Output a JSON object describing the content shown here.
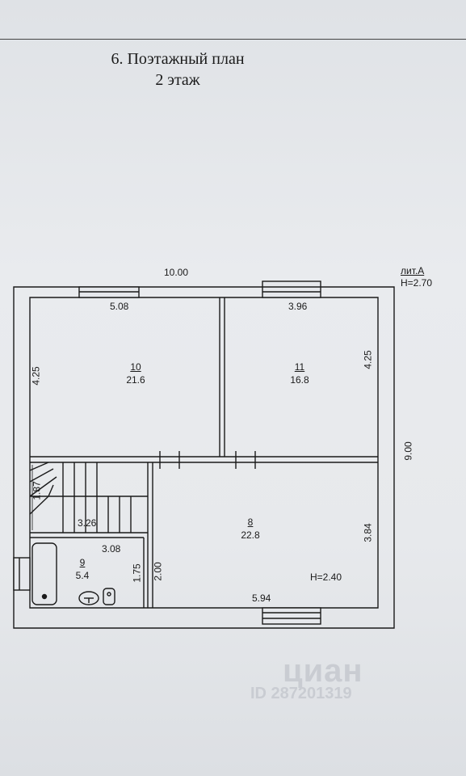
{
  "header": {
    "title": "6. Поэтажный план",
    "subtitle": "2 этаж"
  },
  "legend": {
    "lit": "лит.А",
    "height": "H=2.70"
  },
  "dimensions": {
    "top_total": "10.00",
    "right_total": "9.00",
    "room10_width": "5.08",
    "room11_width": "3.96",
    "left_height": "4.25",
    "right_height": "4.25",
    "stair_width": "1.87",
    "stair_length": "3.26",
    "bath_width": "3.08",
    "bath_height": "1.75",
    "hall_partition": "2.00",
    "hall_height": "3.84",
    "hall_width": "5.94",
    "hall_ceiling": "H=2.40"
  },
  "rooms": [
    {
      "number": "10",
      "area": "21.6"
    },
    {
      "number": "11",
      "area": "16.8"
    },
    {
      "number": "8",
      "area": "22.8"
    },
    {
      "number": "9",
      "area": "5.4"
    }
  ],
  "watermark": {
    "brand": "циан",
    "id": "ID 287201319"
  },
  "colors": {
    "ink": "#1a1a1a",
    "paper": "#e6e8ec"
  }
}
